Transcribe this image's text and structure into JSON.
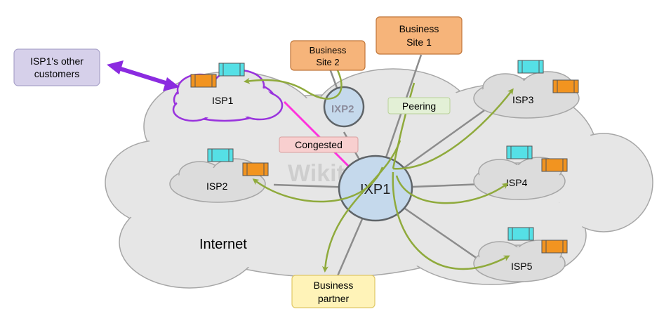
{
  "labels": {
    "internet": "Internet",
    "isp1": "ISP1",
    "isp2": "ISP2",
    "isp3": "ISP3",
    "isp4": "ISP4",
    "isp5": "ISP5",
    "ixp1": "IXP1",
    "ixp2": "IXP2",
    "watermark": "Wikitechy"
  },
  "boxes": {
    "isp1_customers": [
      "ISP1's other",
      "customers"
    ],
    "business_site_1": [
      "Business",
      "Site 1"
    ],
    "business_site_2": [
      "Business",
      "Site 2"
    ],
    "business_partner": [
      "Business",
      "partner"
    ],
    "congested": "Congested",
    "peering": "Peering"
  },
  "colors": {
    "cloud_fill": "#e6e6e6",
    "cloud_stroke": "#a6a6a6",
    "ixp_fill": "#c5d9ec",
    "ixp_stroke": "#5f6468",
    "traffic_arrow": "#8faa3c",
    "congested_link": "#ff33dd",
    "customer_link": "#8b2be0",
    "isp1_outline": "#9933dd",
    "router_cyan": "#55e0e6",
    "router_orange": "#f29420",
    "site_orange": "#f6b47a",
    "partner_yellow": "#fff3b8",
    "customers_lilac": "#d6d0ea",
    "congested_pink": "#f8cfcf",
    "peering_green": "#e3f0d6"
  }
}
